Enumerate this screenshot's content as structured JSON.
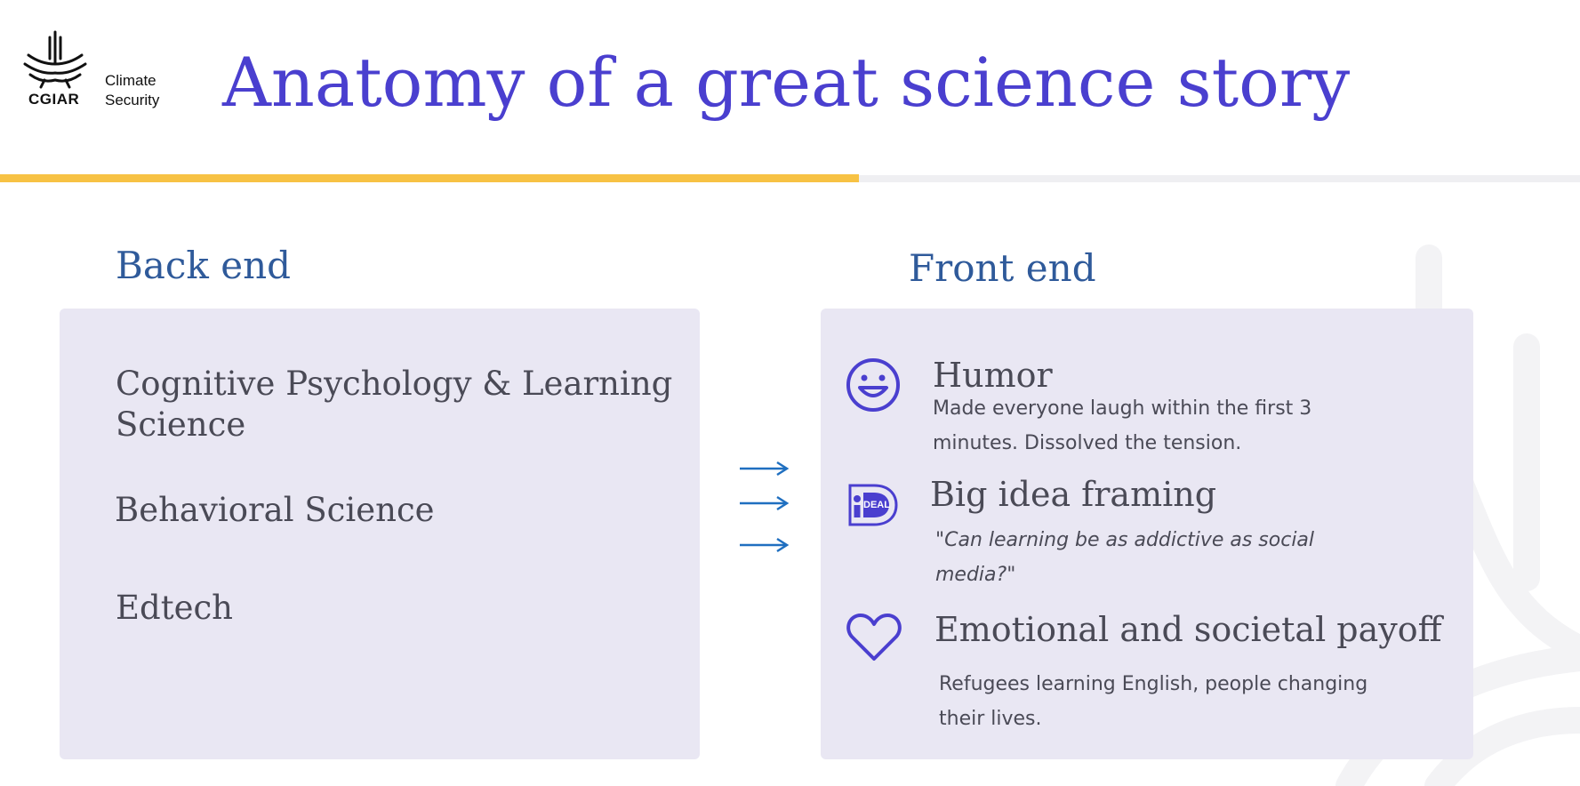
{
  "logo": {
    "org": "CGIAR",
    "unit_line1": "Climate",
    "unit_line2": "Security"
  },
  "title": "Anatomy of a great science story",
  "back_end": {
    "heading": "Back end",
    "items": [
      "Cognitive Psychology & Learning Science",
      "Behavioral Science",
      "Edtech"
    ]
  },
  "front_end": {
    "heading": "Front end",
    "items": [
      {
        "icon": "smiley-face-icon",
        "title": "Humor",
        "description": "Made everyone laugh within the first 3 minutes. Dissolved the tension."
      },
      {
        "icon": "ideal-logo-icon",
        "title": "Big idea framing",
        "description_quote_open": "\"",
        "description": "Can learning be as addictive as social media?",
        "description_quote_close": "\""
      },
      {
        "icon": "heart-icon",
        "title": "Emotional and societal payoff",
        "description": "Refugees learning English, people changing their lives."
      }
    ]
  },
  "colors": {
    "title": "#4a3fcf",
    "heading": "#2f5a9a",
    "panel": "#e9e7f3",
    "accent_rule": "#f7c244",
    "arrow": "#1f6fc0",
    "icon": "#4a3fcf"
  }
}
